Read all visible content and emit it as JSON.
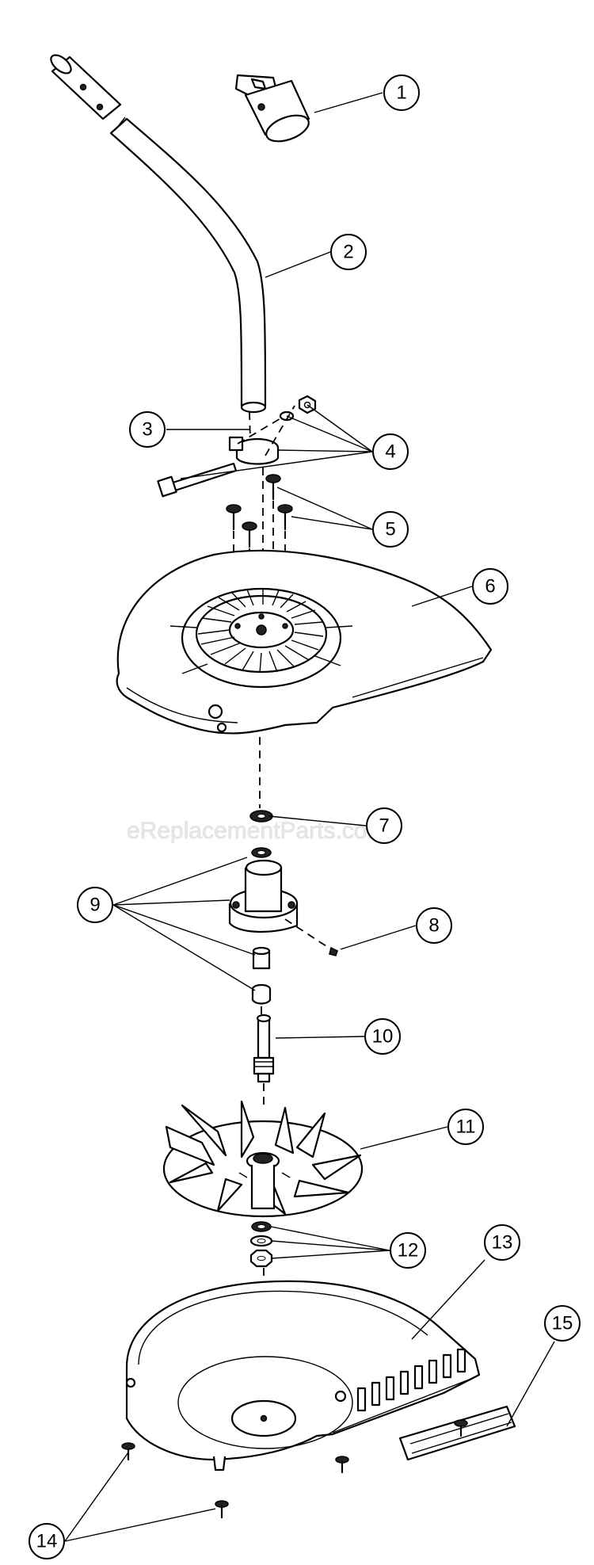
{
  "watermark": "eReplacementParts.com",
  "callouts": [
    {
      "id": "1",
      "label": "1"
    },
    {
      "id": "2",
      "label": "2"
    },
    {
      "id": "3",
      "label": "3"
    },
    {
      "id": "4",
      "label": "4"
    },
    {
      "id": "5",
      "label": "5"
    },
    {
      "id": "6",
      "label": "6"
    },
    {
      "id": "7",
      "label": "7"
    },
    {
      "id": "8",
      "label": "8"
    },
    {
      "id": "9",
      "label": "9"
    },
    {
      "id": "10",
      "label": "10"
    },
    {
      "id": "11",
      "label": "11"
    },
    {
      "id": "12",
      "label": "12"
    },
    {
      "id": "13",
      "label": "13"
    },
    {
      "id": "14",
      "label": "14"
    },
    {
      "id": "15",
      "label": "15"
    }
  ]
}
